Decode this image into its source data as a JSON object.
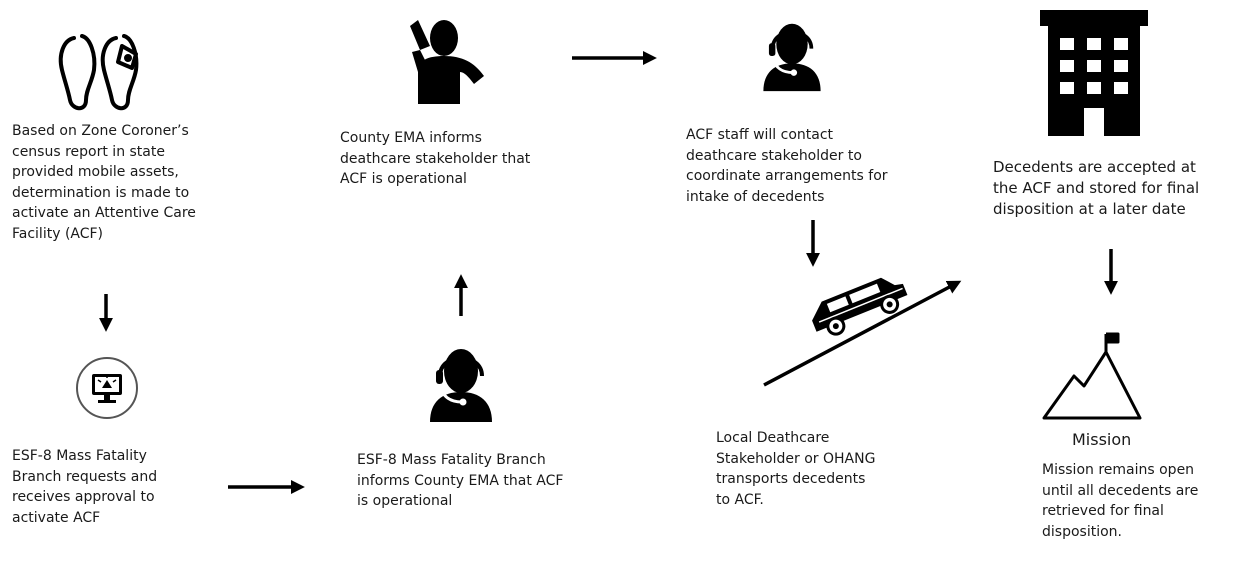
{
  "steps": {
    "step1": "Based on Zone Coroner’s\ncensus report in state\nprovided mobile assets,\ndetermination is made to\nactivate an Attentive Care\nFacility (ACF)",
    "step2": "ESF-8 Mass Fatality\nBranch requests and\nreceives approval to\nactivate ACF",
    "step3": "ESF-8 Mass Fatality Branch\ninforms County EMA that ACF\nis operational",
    "step4": "County EMA informs\ndeathcare stakeholder that\nACF is operational",
    "step5": "ACF staff will contact\ndeathcare stakeholder to\ncoordinate arrangements for\nintake of decedents",
    "step6": "Local Deathcare\nStakeholder or OHANG\ntransports decedents\nto ACF.",
    "step7": "Decedents are accepted at\nthe ACF and stored for final\ndisposition at a later date",
    "step8_title": "Mission",
    "step8": "Mission remains open\nuntil all decedents are\nretrieved for final\ndisposition."
  },
  "icons": {
    "step1": "feet-toe-tag-icon",
    "step2": "computer-alert-icon",
    "step3": "headset-operator-icon",
    "step4": "person-on-phone-icon",
    "step5": "headset-operator-icon",
    "step6": "hearse-car-icon",
    "step7": "building-icon",
    "step8": "mountain-flag-icon"
  }
}
